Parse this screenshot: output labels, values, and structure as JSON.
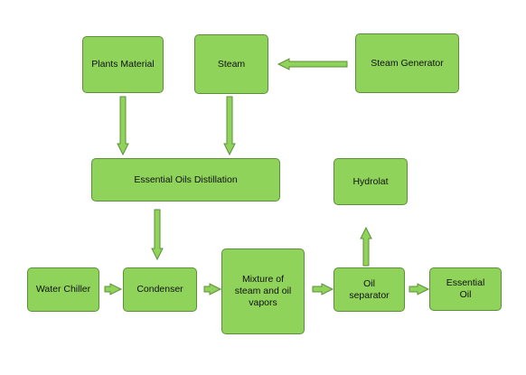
{
  "colors": {
    "node_fill": "#8fd35a",
    "node_border": "#5c8f3a",
    "text": "#111111"
  },
  "nodes": {
    "plants_material": "Plants Material",
    "steam": "Steam",
    "steam_generator": "Steam Generator",
    "distillation": "Essential Oils Distillation",
    "hydrolat": "Hydrolat",
    "water_chiller": "Water Chiller",
    "condenser": "Condenser",
    "mixture": "Mixture of\nsteam and oil\nvapors",
    "oil_separator": "Oil\nseparator",
    "essential_oil": "Essential\nOil"
  },
  "edges": [
    {
      "from": "steam_generator",
      "to": "steam"
    },
    {
      "from": "plants_material",
      "to": "distillation"
    },
    {
      "from": "steam",
      "to": "distillation"
    },
    {
      "from": "distillation",
      "to": "condenser"
    },
    {
      "from": "water_chiller",
      "to": "condenser"
    },
    {
      "from": "condenser",
      "to": "mixture"
    },
    {
      "from": "mixture",
      "to": "oil_separator"
    },
    {
      "from": "oil_separator",
      "to": "essential_oil"
    },
    {
      "from": "oil_separator",
      "to": "hydrolat"
    }
  ]
}
